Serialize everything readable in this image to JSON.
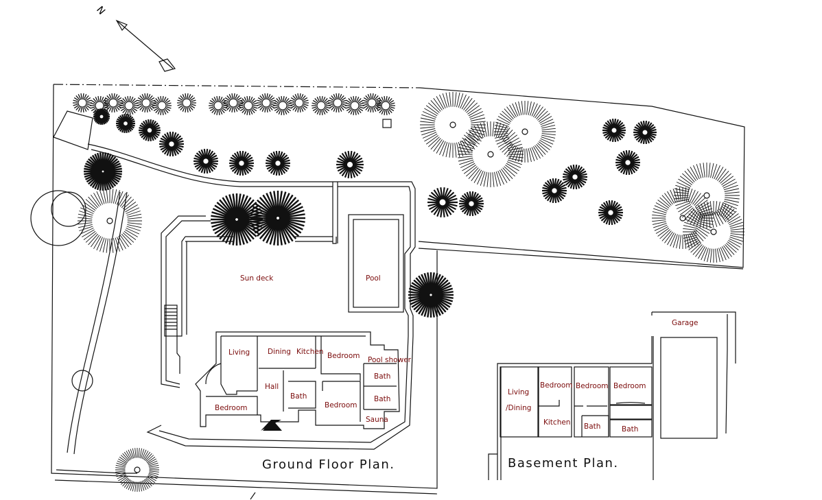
{
  "compass": {
    "label": "N"
  },
  "ground_floor": {
    "title": "Ground Floor Plan.",
    "rooms": {
      "sun_deck": "Sun deck",
      "pool": "Pool",
      "living": "Living",
      "dining": "Dining",
      "kitchen": "Kitchen",
      "bedroom_1": "Bedroom",
      "pool_shower": "Pool shower",
      "bath_1": "Bath",
      "hall": "Hall",
      "bath_2": "Bath",
      "bath_3": "Bath",
      "bedroom_2": "Bedroom",
      "bedroom_3": "Bedroom",
      "sauna": "Sauna"
    }
  },
  "basement": {
    "title": "Basement Plan.",
    "rooms": {
      "living": "Living",
      "dining": "/Dining",
      "bedroom_1": "Bedroom",
      "bedroom_2": "Bedroom",
      "bedroom_3": "Bedroom",
      "kitchen": "Kitchen",
      "bath_1": "Bath",
      "bath_2": "Bath",
      "garage": "Garage"
    }
  }
}
